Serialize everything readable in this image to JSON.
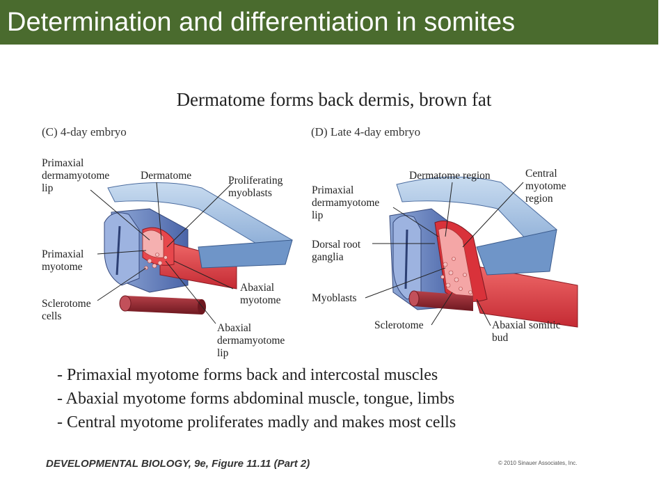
{
  "title": "Determination and differentiation in somites",
  "subtitle": "Dermatome forms back dermis, brown fat",
  "panels": {
    "c": {
      "label": "(C)  4-day embryo",
      "labels": {
        "primaxial_lip": "Primaxial\ndermamyotome\nlip",
        "dermatome": "Dermatome",
        "proliferating": "Proliferating\nmyoblasts",
        "primaxial_myotome": "Primaxial\nmyotome",
        "abaxial_myotome": "Abaxial\nmyotome",
        "sclerotome_cells": "Sclerotome\ncells",
        "abaxial_lip": "Abaxial\ndermamyotome\nlip"
      }
    },
    "d": {
      "label": "(D)  Late 4-day embryo",
      "labels": {
        "dermatome_region": "Dermatome region",
        "central_myotome": "Central\nmyotome\nregion",
        "primaxial_lip": "Primaxial\ndermamyotome\nlip",
        "drg": "Dorsal root\nganglia",
        "myoblasts": "Myoblasts",
        "sclerotome": "Sclerotome",
        "abaxial_bud": "Abaxial somitic\nbud"
      }
    }
  },
  "bullets": [
    "- Primaxial myotome forms back and intercostal muscles",
    "- Abaxial myotome forms abdominal muscle, tongue, limbs",
    "- Central myotome proliferates madly and makes most cells"
  ],
  "footer": {
    "left": "DEVELOPMENTAL BIOLOGY, 9e, Figure 11.11 (Part 2)",
    "right": "© 2010 Sinauer Associates, Inc."
  },
  "colors": {
    "title_bar": "#4a6b2e",
    "dermatome_blue": "#8fb1d9",
    "sclerotome_blue": "#6f8cc2",
    "myotome_red": "#d9323a",
    "lip_pink": "#f4a6a6",
    "neural_tube": "#7a1e26"
  }
}
